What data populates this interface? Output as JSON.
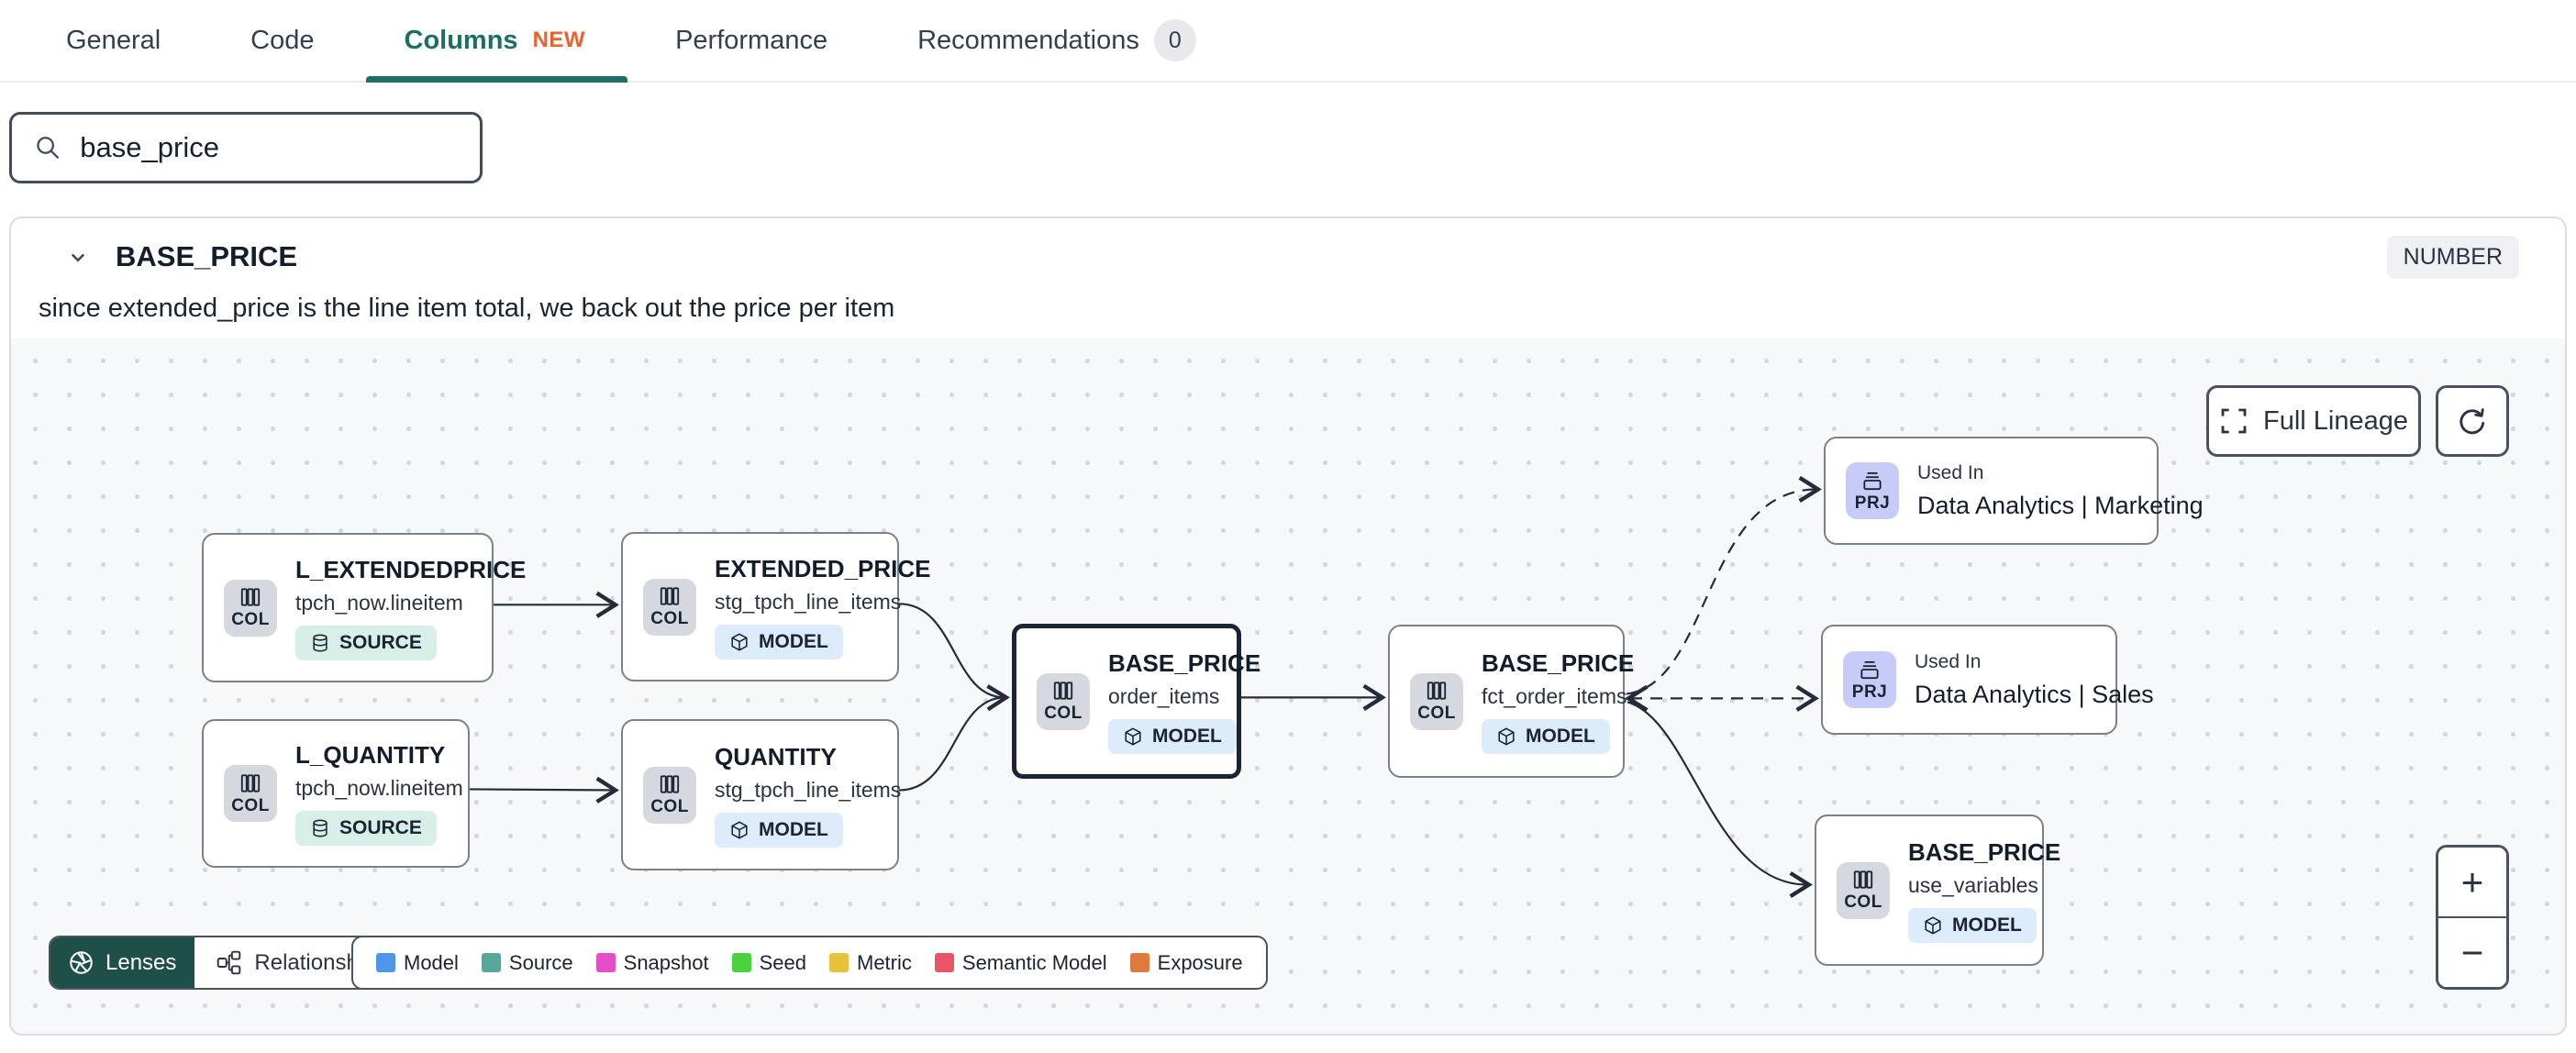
{
  "tabs": {
    "items": [
      {
        "label": "General"
      },
      {
        "label": "Code"
      },
      {
        "label": "Columns",
        "badge": "NEW"
      },
      {
        "label": "Performance"
      },
      {
        "label": "Recommendations",
        "badge": "0"
      }
    ]
  },
  "search": {
    "value": "base_price"
  },
  "column_panel": {
    "title": "BASE_PRICE",
    "type": "NUMBER",
    "description": "since extended_price is the line item total, we back out the price per item"
  },
  "lineage": {
    "buttons": {
      "full_lineage": "Full Lineage"
    },
    "zoom": {
      "in": "+",
      "out": "−"
    },
    "toolbar": {
      "lenses": "Lenses",
      "relationships": "Relationships"
    },
    "legend": {
      "items": [
        {
          "label": "Model",
          "color": "#4f96e8"
        },
        {
          "label": "Source",
          "color": "#55a79c"
        },
        {
          "label": "Snapshot",
          "color": "#e44ec9"
        },
        {
          "label": "Seed",
          "color": "#4bd13d"
        },
        {
          "label": "Metric",
          "color": "#e7c33c"
        },
        {
          "label": "Semantic Model",
          "color": "#ea5468"
        },
        {
          "label": "Exposure",
          "color": "#e0793c"
        }
      ]
    },
    "nodes": [
      {
        "title": "L_EXTENDEDPRICE",
        "subtitle": "tpch_now.lineitem",
        "kind": "COL",
        "type": "SOURCE"
      },
      {
        "title": "L_QUANTITY",
        "subtitle": "tpch_now.lineitem",
        "kind": "COL",
        "type": "SOURCE"
      },
      {
        "title": "EXTENDED_PRICE",
        "subtitle": "stg_tpch_line_items",
        "kind": "COL",
        "type": "MODEL"
      },
      {
        "title": "QUANTITY",
        "subtitle": "stg_tpch_line_items",
        "kind": "COL",
        "type": "MODEL"
      },
      {
        "title": "BASE_PRICE",
        "subtitle": "order_items",
        "kind": "COL",
        "type": "MODEL",
        "selected": true
      },
      {
        "title": "BASE_PRICE",
        "subtitle": "fct_order_items",
        "kind": "COL",
        "type": "MODEL"
      },
      {
        "title": "Used In",
        "subtitle": "Data Analytics | Marketing",
        "kind": "PRJ"
      },
      {
        "title": "Used In",
        "subtitle": "Data Analytics | Sales",
        "kind": "PRJ"
      },
      {
        "title": "BASE_PRICE",
        "subtitle": "use_variables",
        "kind": "COL",
        "type": "MODEL"
      }
    ]
  }
}
